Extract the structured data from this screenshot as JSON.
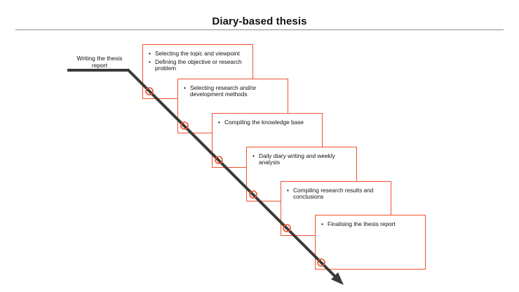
{
  "title": "Diary-based thesis",
  "start_label": "Writing the thesis report",
  "steps": [
    {
      "items": [
        "Selecting the topic and viewpoint",
        "Defining the objective or research problem"
      ]
    },
    {
      "items": [
        "Selecting research and/or development methods"
      ]
    },
    {
      "items": [
        "Compiling the knowledge base"
      ]
    },
    {
      "items": [
        "Daily diary writing and weekly analysis"
      ]
    },
    {
      "items": [
        "Compiling research results and conclusions"
      ]
    },
    {
      "items": [
        "Finalising the thesis report"
      ]
    }
  ],
  "colors": {
    "box_border": "#f0522d",
    "arrow": "#3a3a3a",
    "marker": "#f0522d"
  }
}
